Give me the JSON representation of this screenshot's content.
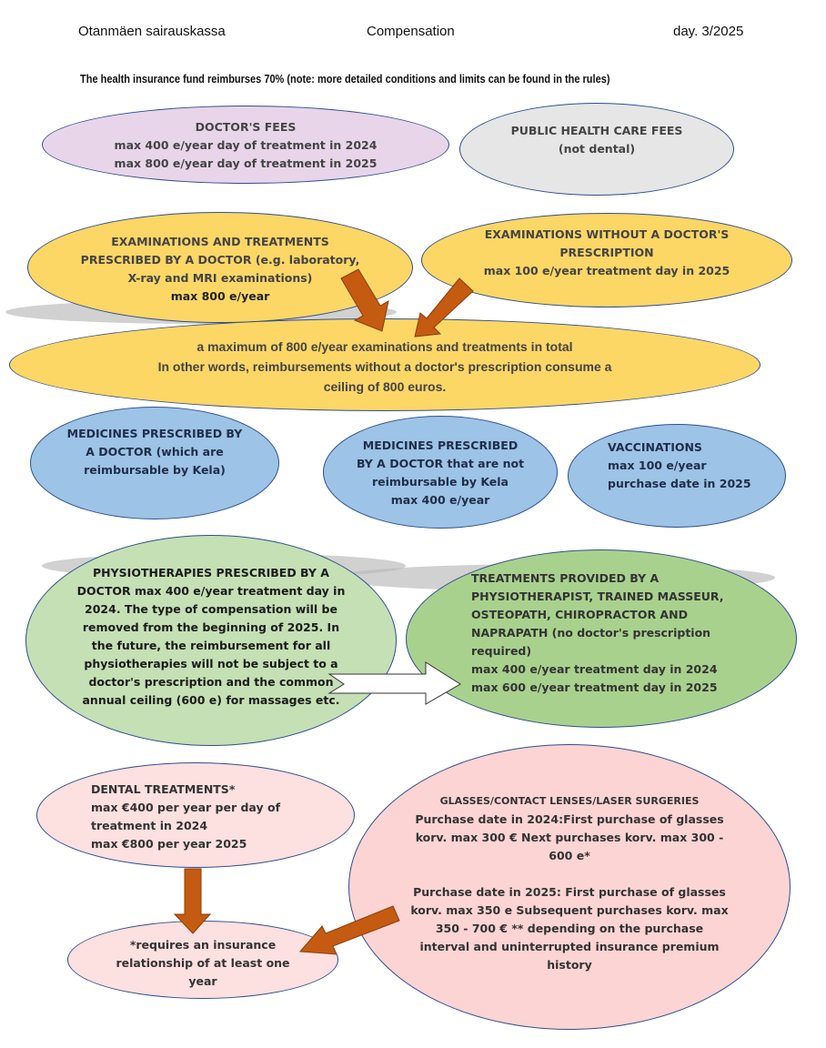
{
  "header": {
    "org": "Otanmäen sairauskassa",
    "title": "Compensation",
    "date": "day. 3/2025"
  },
  "subtitle": "The health insurance fund reimburses 70% (note: more detailed conditions and limits can be found in the rules)",
  "boxes": {
    "doctors_fees": "DOCTOR'S FEES\nmax 400 e/year day of treatment in 2024\nmax 800 e/year day of treatment in 2025",
    "public_health": "PUBLIC HEALTH CARE FEES\n(not dental)",
    "exams_prescribed": "EXAMINATIONS AND TREATMENTS\nPRESCRIBED BY A DOCTOR (e.g. laboratory,\nX-ray and MRI examinations)",
    "exams_prescribed_max": "max 800 e/year",
    "exams_without": "EXAMINATIONS WITHOUT A DOCTOR'S\nPRESCRIPTION\nmax 100 e/year treatment day in 2025",
    "exams_total": "a maximum of 800 e/year examinations and treatments in total\nIn other words, reimbursements without a doctor's prescription consume a\nceiling of 800 euros.",
    "medicines_kela": "MEDICINES PRESCRIBED BY\nA DOCTOR (which are\nreimbursable by Kela)",
    "medicines_not_kela": "MEDICINES PRESCRIBED\nBY A DOCTOR that are not\nreimbursable by Kela\nmax 400 e/year",
    "vaccinations": "VACCINATIONS\n max 100 e/year\n purchase date in 2025",
    "physio_prescribed": "PHYSIOTHERAPIES PRESCRIBED BY A\nDOCTOR max 400 e/year treatment day in\n2024. The type of compensation will be\nremoved from the beginning of 2025. In\nthe future, the reimbursement for all\nphysiotherapies will not be subject to a\ndoctor's prescription and the common\nannual ceiling (600 e) for massages etc.",
    "physio_treatments": "TREATMENTS PROVIDED BY A\nPHYSIOTHERAPIST, TRAINED MASSEUR,\nOSTEOPATH, CHIROPRACTOR AND\nNAPRAPATH  (no doctor's prescription\nrequired)\n max 400 e/year treatment day in 2024\nmax 600 e/year treatment day in 2025",
    "dental": "DENTAL TREATMENTS*\nmax €400 per year per day of\ntreatment in 2024\nmax €800 per year 2025",
    "insurance_note": "*requires an insurance\nrelationship of at least one\nyear",
    "glasses_title": "GLASSES/CONTACT LENSES/LASER SURGERIES",
    "glasses_body": "Purchase date in 2024:First purchase of glasses\nkorv. max 300 € Next purchases korv. max 300 -\n600 e*\n\nPurchase date in 2025: First purchase of glasses\nkorv. max 350 e Subsequent purchases korv. max\n350 - 700 € ** depending on the purchase\ninterval and uninterrupted insurance premium\nhistory"
  },
  "colors": {
    "lavender": "#e8d5ea",
    "gray": "#e6e6e6",
    "yellow": "#fcd766",
    "blue": "#9dc3e6",
    "light_green": "#c5e0b4",
    "green": "#a9d18e",
    "pink": "#fde0e0",
    "pink_dark": "#fcd4d4",
    "arrow": "#c55a11",
    "border": "#2f4f8f"
  }
}
